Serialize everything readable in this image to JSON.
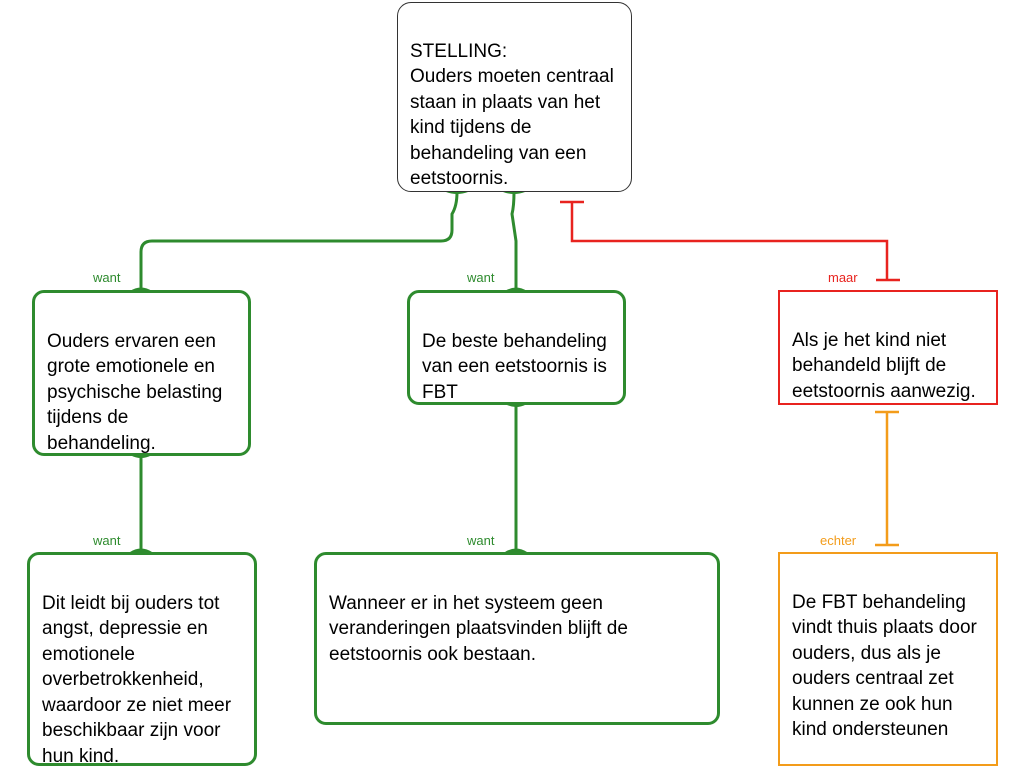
{
  "colors": {
    "support": "#2e8b2e",
    "objection": "#e8231f",
    "rebuttal": "#f39c1a",
    "claim_border": "#333333"
  },
  "claim": {
    "text": "STELLING:\nOuders moeten centraal staan in plaats van het kind tijdens de behandeling van een eetstoornis."
  },
  "reasons": [
    {
      "connector": "want",
      "text": "Ouders ervaren een grote emotionele en psychische belasting tijdens de behandeling."
    },
    {
      "connector": "want",
      "text": "De beste behandeling van een eetstoornis is FBT"
    }
  ],
  "sub_reasons": [
    {
      "connector": "want",
      "text": "Dit leidt bij ouders tot angst, depressie en emotionele overbetrokkenheid, waardoor ze niet meer beschikbaar zijn voor hun kind."
    },
    {
      "connector": "want",
      "text": "Wanneer er in het systeem geen veranderingen plaatsvinden blijft de eetstoornis ook bestaan."
    }
  ],
  "objection": {
    "connector": "maar",
    "text": "Als je het kind niet behandeld blijft de eetstoornis aanwezig."
  },
  "rebuttal": {
    "connector": "echter",
    "text": "De  FBT behandeling vindt thuis plaats door ouders, dus als je ouders centraal zet kunnen ze ook hun kind ondersteunen"
  }
}
